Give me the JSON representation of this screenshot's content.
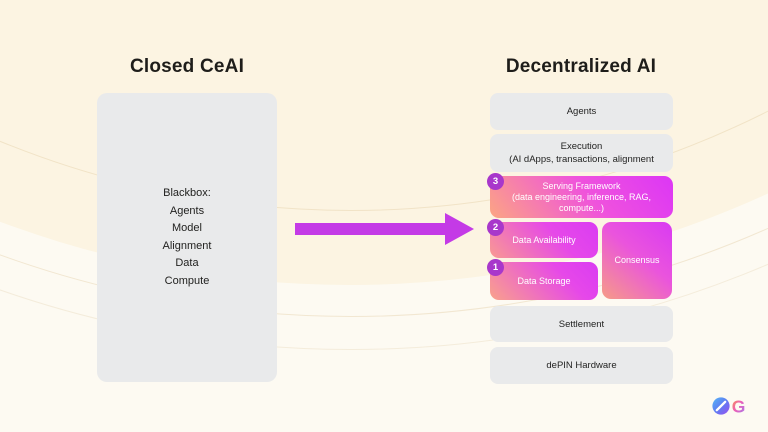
{
  "colors": {
    "background": "#fdfaf2",
    "band_cream": "#fcf4e2",
    "card_gray": "#e9eaeb",
    "gradient_magenta": "#da3cf2",
    "gradient_peach": "#f9a28b",
    "badge_purple": "#a837cb",
    "arrow_magenta": "#c43ae6",
    "title_text": "#1e1d1a",
    "logo_blue": "#55b6f5",
    "logo_purple": "#9a4ff0",
    "logo_orange": "#f6a62e",
    "logo_pink": "#f05fb4"
  },
  "left_panel": {
    "title": "Closed CeAI",
    "blackbox_lines": [
      "Blackbox:",
      "Agents",
      "Model",
      "Alignment",
      "Data",
      "Compute"
    ]
  },
  "right_panel": {
    "title": "Decentralized AI",
    "agents": {
      "label": "Agents"
    },
    "execution": {
      "line1": "Execution",
      "line2": "(AI dApps, transactions, alignment"
    },
    "serving": {
      "badge": "3",
      "line1": "Serving Framework",
      "line2": "(data engineering, inference, RAG,",
      "line3": "compute...)"
    },
    "data_availability": {
      "badge": "2",
      "label": "Data Availability"
    },
    "consensus": {
      "label": "Consensus"
    },
    "data_storage": {
      "badge": "1",
      "label": "Data Storage"
    },
    "settlement": {
      "label": "Settlement"
    },
    "depin": {
      "label": "dePIN Hardware"
    }
  },
  "footer": {
    "logo_g": "G"
  }
}
